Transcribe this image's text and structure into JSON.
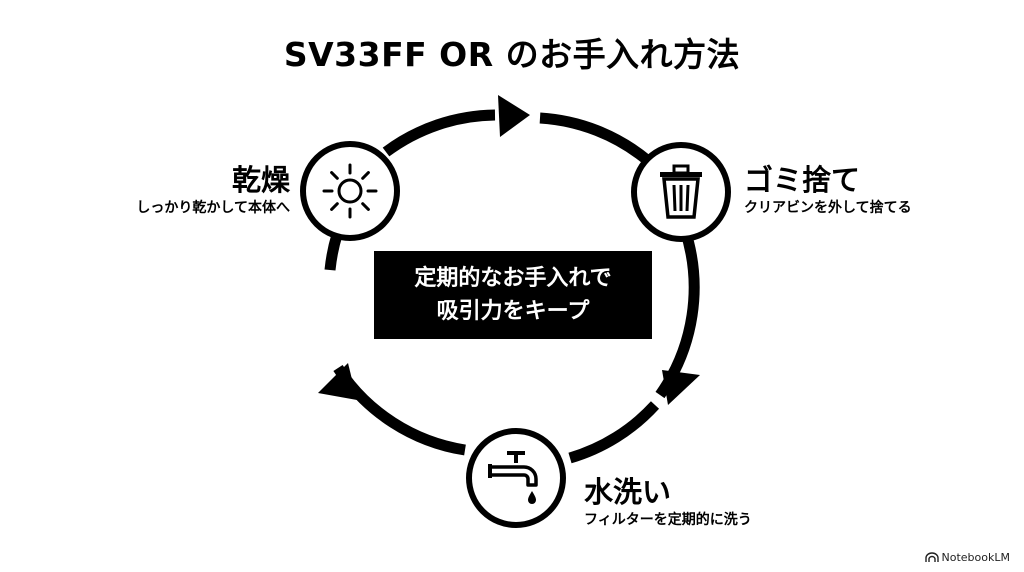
{
  "title": "SV33FF OR のお手入れ方法",
  "steps": [
    {
      "icon": "trash-can-icon",
      "title": "ゴミ捨て",
      "subtitle": "クリアビンを外して捨てる"
    },
    {
      "icon": "water-faucet-icon",
      "title": "水洗い",
      "subtitle": "フィルターを定期的に洗う"
    },
    {
      "icon": "sun-icon",
      "title": "乾燥",
      "subtitle": "しっかり乾かして本体へ"
    }
  ],
  "center": {
    "line1": "定期的なお手入れで",
    "line2": "吸引力をキープ"
  },
  "footer": {
    "brand": "NotebookLM"
  }
}
